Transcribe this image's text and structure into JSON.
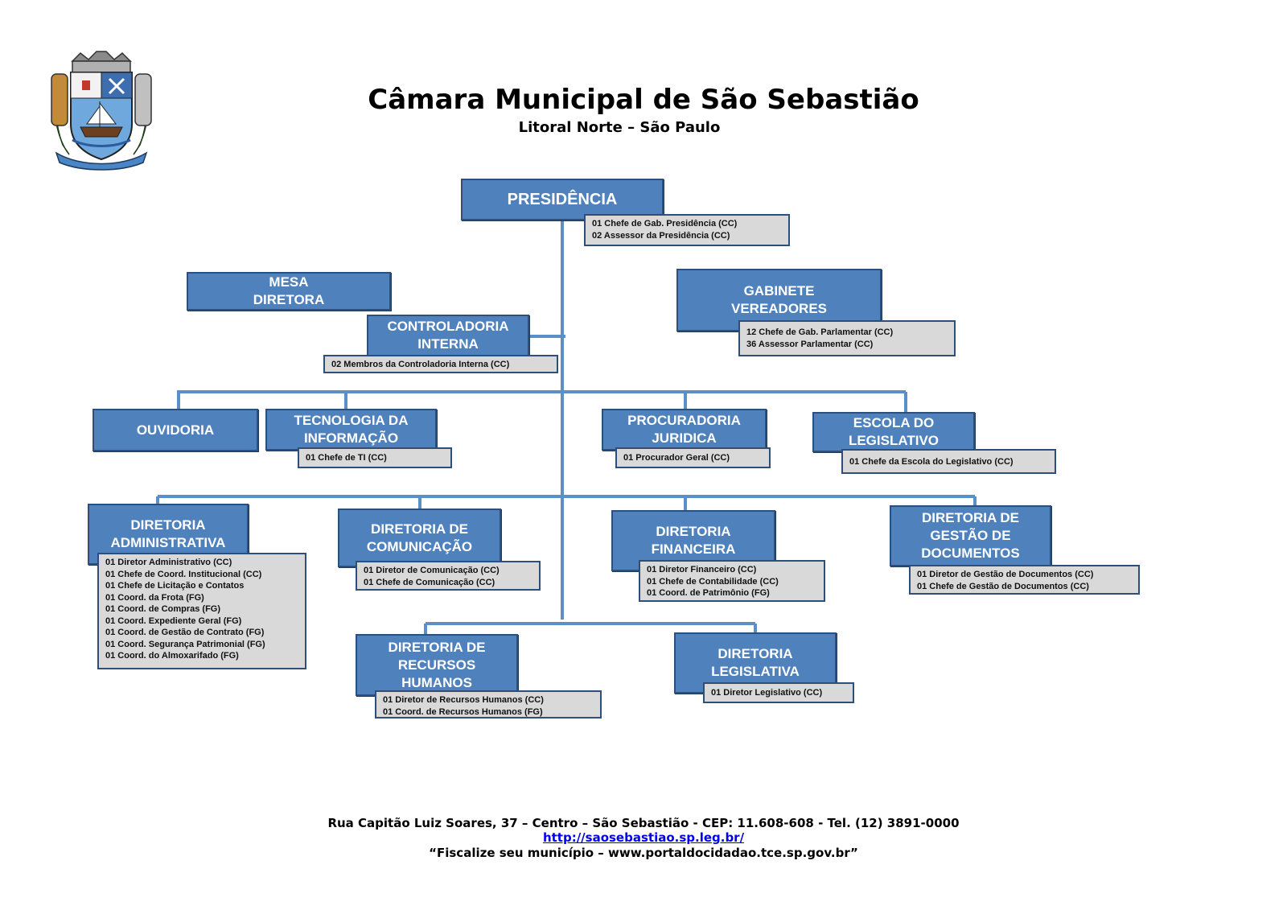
{
  "header": {
    "title": "Câmara Municipal de São Sebastião",
    "subtitle": "Litoral Norte – São Paulo"
  },
  "colors": {
    "box_fill": "#4f81bd",
    "box_border": "#2d4f7c",
    "sub_fill": "#d9d9d9",
    "line": "#5b8fc9"
  },
  "units": {
    "presidencia": {
      "label": "PRESIDÊNCIA",
      "staff": [
        "01 Chefe de Gab. Presidência (CC)",
        "02  Assessor da Presidência (CC)"
      ]
    },
    "mesa": {
      "label": "MESA\nDIRETORA"
    },
    "controladoria": {
      "label": "CONTROLADORIA\nINTERNA",
      "staff": [
        "02 Membros da Controladoria  Interna  (CC)"
      ]
    },
    "gabinete": {
      "label": "GABINETE\nVEREADORES",
      "staff": [
        "12 Chefe de Gab. Parlamentar (CC)",
        "36 Assessor Parlamentar  (CC)"
      ]
    },
    "ouvidoria": {
      "label": "OUVIDORIA"
    },
    "ti": {
      "label": "TECNOLOGIA DA\nINFORMAÇÃO",
      "staff": [
        "01 Chefe de TI (CC)"
      ]
    },
    "procuradoria": {
      "label": "PROCURADORIA\nJURIDICA",
      "staff": [
        "01 Procurador  Geral (CC)"
      ]
    },
    "escola": {
      "label": "ESCOLA DO\nLEGISLATIVO",
      "staff": [
        "01 Chefe da Escola do Legislativo (CC)"
      ]
    },
    "dir_adm": {
      "label": "DIRETORIA\nADMINISTRATIVA",
      "staff": [
        "01 Diretor Administrativo (CC)",
        "01 Chefe de Coord.  Institucional  (CC)",
        "01 Chefe de Licitação e Contatos",
        "01 Coord.  da  Frota (FG)",
        "01 Coord.  de Compras  (FG)",
        "01 Coord.  Expediente Geral (FG)",
        "01 Coord.  de Gestão de Contrato  (FG)",
        "01 Coord.  Segurança Patrimonial  (FG)",
        "01 Coord.  do Almoxarifado (FG)"
      ]
    },
    "dir_com": {
      "label": "DIRETORIA DE\nCOMUNICAÇÃO",
      "staff": [
        "01 Diretor de Comunicação  (CC)",
        "01 Chefe de Comunicação  (CC)"
      ]
    },
    "dir_fin": {
      "label": "DIRETORIA\nFINANCEIRA",
      "staff": [
        "01 Diretor Financeiro (CC)",
        "01  Chefe de Contabilidade  (CC)",
        "01 Coord.  de Patrimônio (FG)"
      ]
    },
    "dir_doc": {
      "label": "DIRETORIA DE\nGESTÃO DE\nDOCUMENTOS",
      "staff": [
        "01 Diretor de Gestão de Documentos (CC)",
        "01 Chefe de Gestão de Documentos  (CC)"
      ]
    },
    "dir_rh": {
      "label": "DIRETORIA DE\nRECURSOS\nHUMANOS",
      "staff": [
        "01 Diretor de Recursos Humanos (CC)",
        "01 Coord.  de Recursos Humanos (FG)"
      ]
    },
    "dir_leg": {
      "label": "DIRETORIA\nLEGISLATIVA",
      "staff": [
        "01 Diretor Legislativo (CC)"
      ]
    }
  },
  "footer": {
    "address": "Rua Capitão Luiz Soares, 37 – Centro – São Sebastião - CEP: 11.608-608 - Tel. (12) 3891-0000",
    "website": "http://saosebastiao.sp.leg.br/",
    "note": "“Fiscalize seu município – www.portaldocidadao.tce.sp.gov.br”"
  }
}
